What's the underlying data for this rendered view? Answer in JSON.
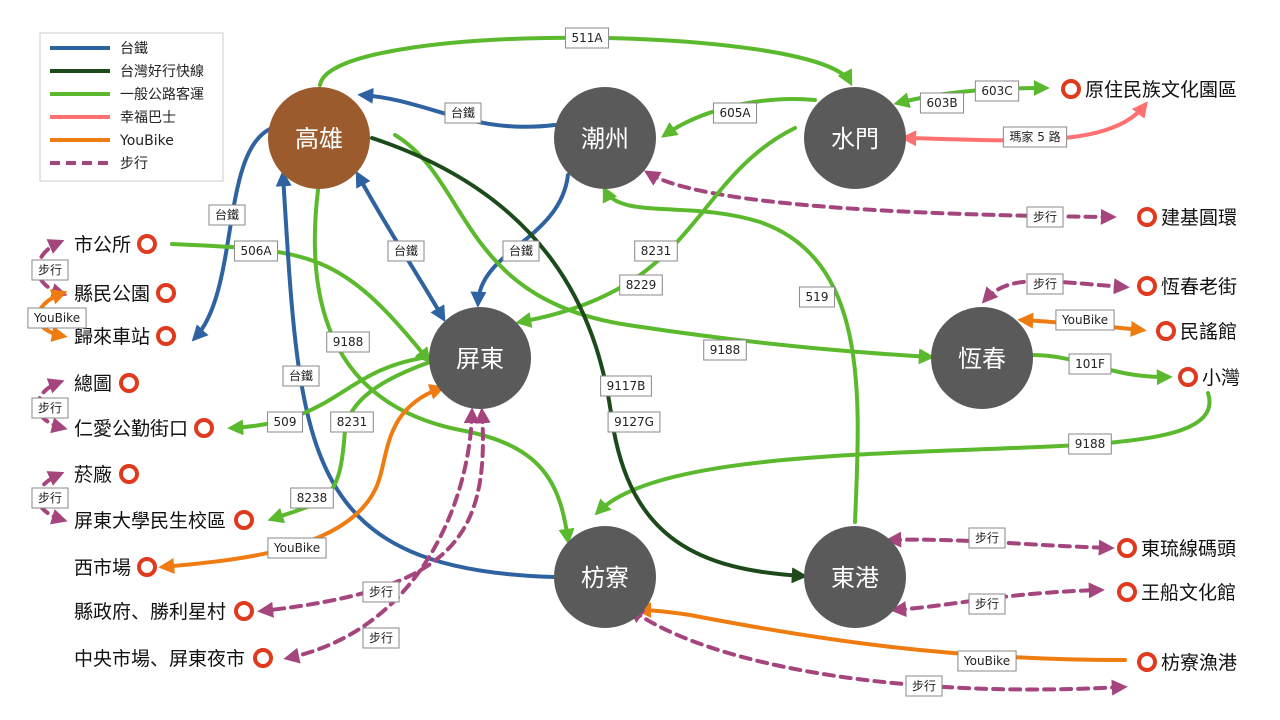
{
  "colors": {
    "rail": "#2f62a0",
    "express": "#1d4a1a",
    "bus": "#5bb92d",
    "shuttle": "#ff7070",
    "youbike": "#ee7c10",
    "walk": "#a4457d",
    "hub_kaohsiung": "#9b5b2c",
    "hub": "#5a5a5a"
  },
  "legend": [
    {
      "label": "台鐵",
      "mode": "rail"
    },
    {
      "label": "台灣好行快線",
      "mode": "express"
    },
    {
      "label": "一般公路客運",
      "mode": "bus"
    },
    {
      "label": "幸福巴士",
      "mode": "shuttle"
    },
    {
      "label": "YouBike",
      "mode": "youbike"
    },
    {
      "label": "步行",
      "mode": "walk"
    }
  ],
  "hubs": {
    "kaohsiung": "高雄",
    "chaozhou": "潮州",
    "shuimen": "水門",
    "pingtung": "屏東",
    "hengchun": "恆春",
    "fangliao": "枋寮",
    "donggang": "東港"
  },
  "places": {
    "indigenous_park": "原住民族文化園區",
    "jianji": "建基圓環",
    "old_street": "恆春老街",
    "folk_song": "民謠館",
    "xiaowan": "小灣",
    "liuqiu_pier": "東琉線碼頭",
    "wangchuan": "王船文化館",
    "fangliao_harbor": "枋寮漁港",
    "city_hall": "市公所",
    "county_park": "縣民公園",
    "guilai": "歸來車站",
    "zongtu": "總圖",
    "renai": "仁愛公勤街口",
    "tobacco": "菸廠",
    "npust": "屏東大學民生校區",
    "west_market": "西市場",
    "county_gov": "縣政府、勝利星村",
    "central_market": "中央市場、屏東夜市"
  },
  "edge_labels": {
    "r511a": "511A",
    "rail_chaozhou": "台鐵",
    "r605a": "605A",
    "r603b": "603B",
    "r603c": "603C",
    "shuttle5": "瑪家 5 路",
    "walk_jianji": "步行",
    "rail_guilai": "台鐵",
    "r506a": "506A",
    "rail_pingtung": "台鐵",
    "rail_cz_pt": "台鐵",
    "r8231a": "8231",
    "r8229": "8229",
    "r519": "519",
    "walk_oldstreet": "步行",
    "youbike_folk": "YouBike",
    "r9188a": "9188",
    "r101f": "101F",
    "r9188b": "9188",
    "r9188c": "9188",
    "rail_fangliao": "台鐵",
    "r509": "509",
    "r8231b": "8231",
    "r9117b": "9117B",
    "r9127g": "9127G",
    "r8238": "8238",
    "youbike_west": "YouBike",
    "walk_county": "步行",
    "walk_central": "步行",
    "walk_liuqiu": "步行",
    "walk_wangchuan": "步行",
    "youbike_harbor": "YouBike",
    "walk_harbor": "步行",
    "walk_left1": "步行",
    "youbike_left": "YouBike",
    "walk_left2": "步行",
    "walk_left3": "步行"
  }
}
